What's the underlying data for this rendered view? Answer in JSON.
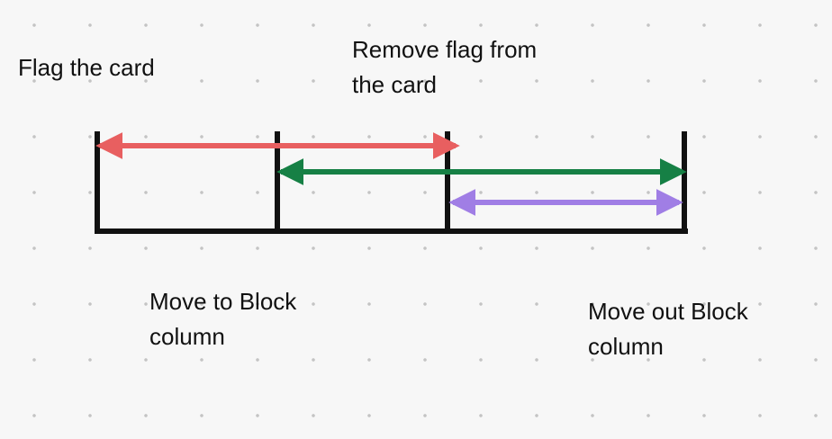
{
  "labels": {
    "flag": {
      "line1": "Flag the card"
    },
    "unflag": {
      "line1": "Remove flag from",
      "line2": "the card"
    },
    "move_in": {
      "line1": "Move to Block",
      "line2": "column"
    },
    "move_out": {
      "line1": "Move out Block",
      "line2": "column"
    }
  },
  "colors": {
    "background": "#f7f7f7",
    "grid_dot": "#c4c4c4",
    "timeline": "#111111",
    "flag_arrow": "#e85f60",
    "block_arrow": "#168045",
    "move_out_arrow": "#a07ee5"
  }
}
